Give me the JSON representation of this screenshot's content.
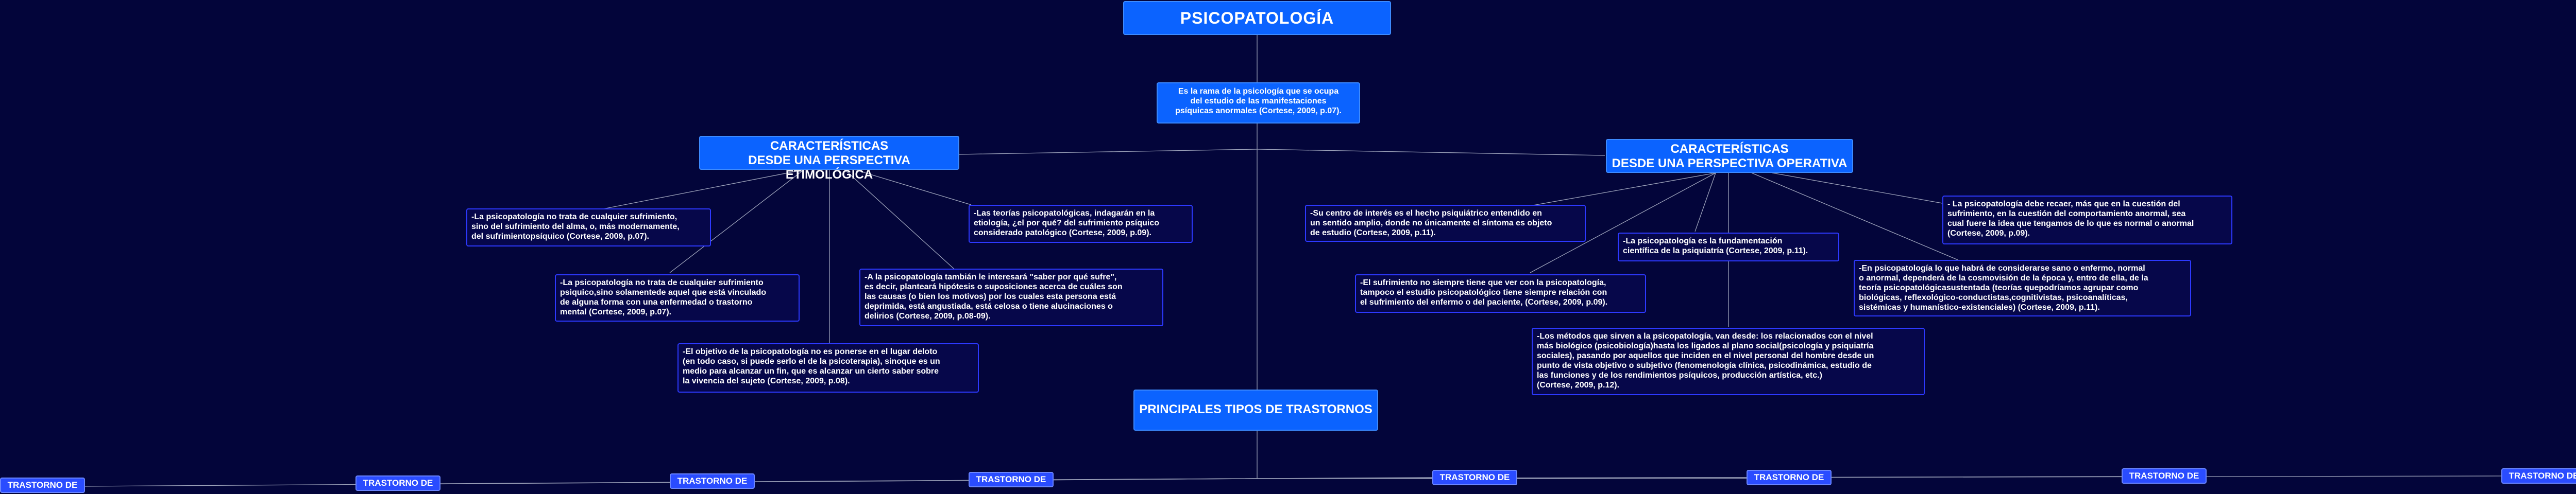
{
  "title": "PSICOPATOLOGÍA",
  "definition": "Es la rama de la psicología que se ocupa\ndel estudio de las manifestaciones\npsíquicas anormales (Cortese, 2009, p.07).",
  "left_branch": {
    "heading": "CARACTERÍSTICAS\nDESDE UNA PERSPECTIVA ETIMOLÓGICA",
    "items": [
      "-La psicopatología no trata de cualquier sufrimiento,\nsino del sufrimiento del alma, o, más modernamente,\ndel sufrimientopsíquico (Cortese, 2009, p.07).",
      "-La psicopatología no trata de cualquier sufrimiento\npsiquico,sino solamentede aquel que está vinculado\nde alguna forma con una enfermedad o trastorno\nmental (Cortese, 2009, p.07).",
      "-El objetivo de la psicopatología no es ponerse en el lugar deloto\n(en todo caso, si puede serlo el de la psicoterapia), sinoque es un\nmedio para alcanzar un fin, que es alcanzar un cierto saber sobre\nla vivencia del sujeto (Cortese, 2009, p.08).",
      "-A la psicopatología tambián le interesará \"saber por qué sufre\",\nes decir, planteará hipótesis o suposiciones acerca de cuáles son\nlas causas (o bien los motivos) por los cuales esta persona está\ndeprimida, está angustiada, está celosa o tiene alucinaciones o\ndelirios (Cortese, 2009, p.08-09).",
      "-Las teorías psicopatológicas, indagarán en la\netiología, ¿el por qué?  del sufrimiento psíquico\nconsiderado patológico (Cortese, 2009, p.09)."
    ]
  },
  "right_branch": {
    "heading": "CARACTERÍSTICAS\nDESDE UNA PERSPECTIVA OPERATIVA",
    "items": [
      "-Su centro de interés es el hecho psiquiátrico entendido en\nun sentido amplio, donde no únicamente el síntoma es objeto\nde estudio (Cortese, 2009, p.11).",
      "-El sufrimiento no siempre tiene que ver con la psicopatología,\ntampoco el estudio psicopatológico tiene siempre relación con\nel sufrimiento del enfermo o del paciente, (Cortese, 2009, p.09).",
      "-La psicopatología es la fundamentación\ncientífica de la psiquiatría (Cortese, 2009, p.11).",
      "-Los métodos que sirven a la psicopatología, van desde: los relacionados con el nivel\nmás biológico (psicobiología)hasta los ligados al plano social(psicología y psiquiatría\nsociales), pasando por aquellos que inciden en el nivel personal del hombre desde un\npunto de vista objetivo o subjetivo (fenomenología clínica, psicodinámica, estudio de\nlas funciones y de los rendimientos psíquicos, producción artística, etc.)\n(Cortese, 2009, p.12).",
      "-En psicopatología lo que habrá de considerarse sano o enfermo, normal\no anormal, dependerá de la cosmovisión de la época y, entro de ella, de la\nteoría psicopatológicasustentada (teorías quepodríamos agrupar como\nbiológicas, reflexológico-conductistas,cognitivistas, psicoanalíticas,\nsistémicas y humanístico-existenciales) (Cortese, 2009, p.11).",
      "- La psicopatología debe recaer, más que en la cuestión del\nsufrimiento, en la cuestión del comportamiento anormal, sea\ncual fuere la idea que tengamos de lo que es normal o anormal\n(Cortese, 2009, p.09)."
    ]
  },
  "types": {
    "heading": "PRINCIPALES TIPOS DE TRASTORNOS",
    "items": [
      "TRASTORNO DE",
      "TRASTORNO DE",
      "TRASTORNO DE",
      "TRASTORNO DE",
      "TRASTORNO DE",
      "TRASTORNO DE",
      "TRASTORNO DE",
      "TRASTORNO DE"
    ]
  },
  "colors": {
    "background": "#03053a",
    "primary_node": "#0b63ff",
    "text_node_border": "#2d39ff",
    "leaf_node": "#2a4cff",
    "connector": "#9aa0b8"
  }
}
